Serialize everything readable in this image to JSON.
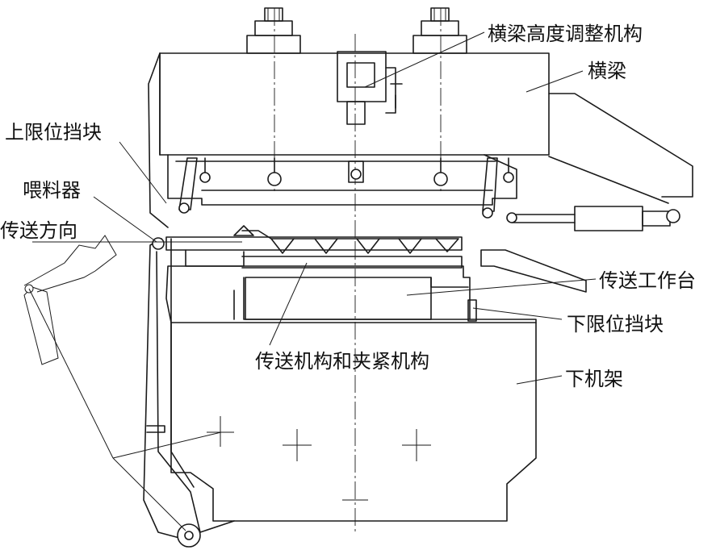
{
  "labels": {
    "beam_height_adjust": "横梁高度调整机构",
    "beam": "横梁",
    "upper_limit_stop": "上限位挡块",
    "feeder": "喂料器",
    "transfer_direction": "传送方向",
    "transfer_worktable": "传送工作台",
    "lower_limit_stop": "下限位挡块",
    "transfer_clamp_mechanism": "传送机构和夹紧机构",
    "lower_frame": "下机架"
  }
}
